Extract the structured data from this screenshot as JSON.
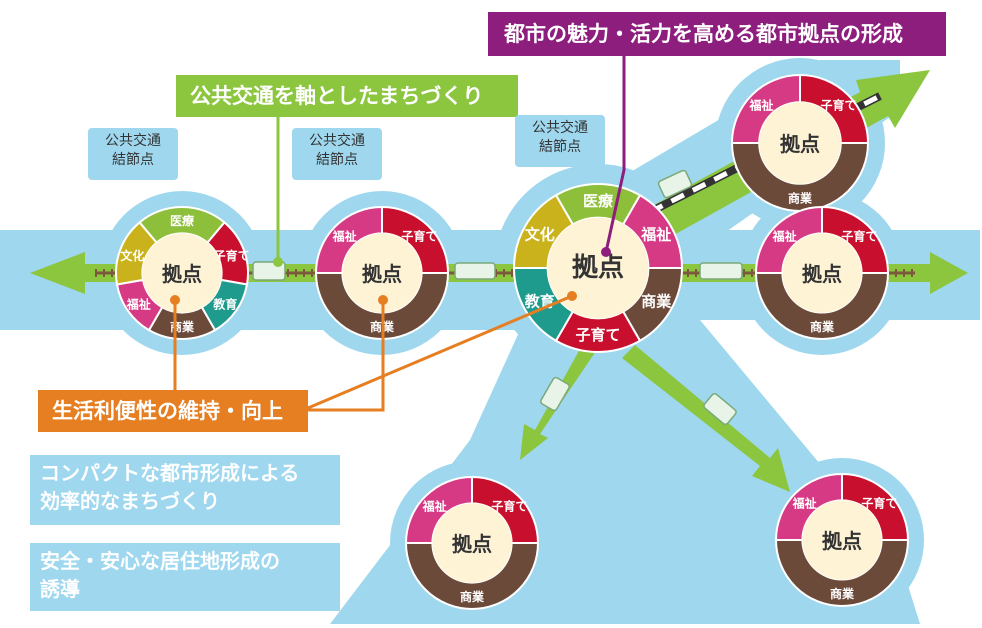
{
  "callouts": {
    "purple": "都市の魅力・活力を高める都市拠点の形成",
    "green": "公共交通を軸としたまちづくり",
    "orange": "生活利便性の維持・向上"
  },
  "notes": {
    "compact_line1": "コンパクトな都市形成による",
    "compact_line2": "効率的なまちづくり",
    "safe_line1": "安全・安心な居住地形成の",
    "safe_line2": "誘導"
  },
  "node_tags": [
    {
      "line1": "公共交通",
      "line2": "結節点"
    },
    {
      "line1": "公共交通",
      "line2": "結節点"
    },
    {
      "line1": "公共交通",
      "line2": "結節点"
    }
  ],
  "hub": {
    "center": "拠点",
    "segments": {
      "welfare": "福祉",
      "childcare": "子育て",
      "commerce": "商業",
      "medical": "医療",
      "culture": "文化",
      "education": "教育"
    }
  },
  "colors": {
    "sky_band": "#9ed7ee",
    "route_green": "#8cc63f",
    "purple": "#8e1e7d",
    "orange": "#e67e22",
    "welfare_pink": "#d63a85",
    "childcare_red": "#c8102e",
    "commerce_brown": "#6b4a3a",
    "medical_green": "#8dbf3a",
    "culture_yellow": "#c9b21c",
    "education_teal": "#1f9b8d",
    "hub_center": "#fff3d6"
  }
}
